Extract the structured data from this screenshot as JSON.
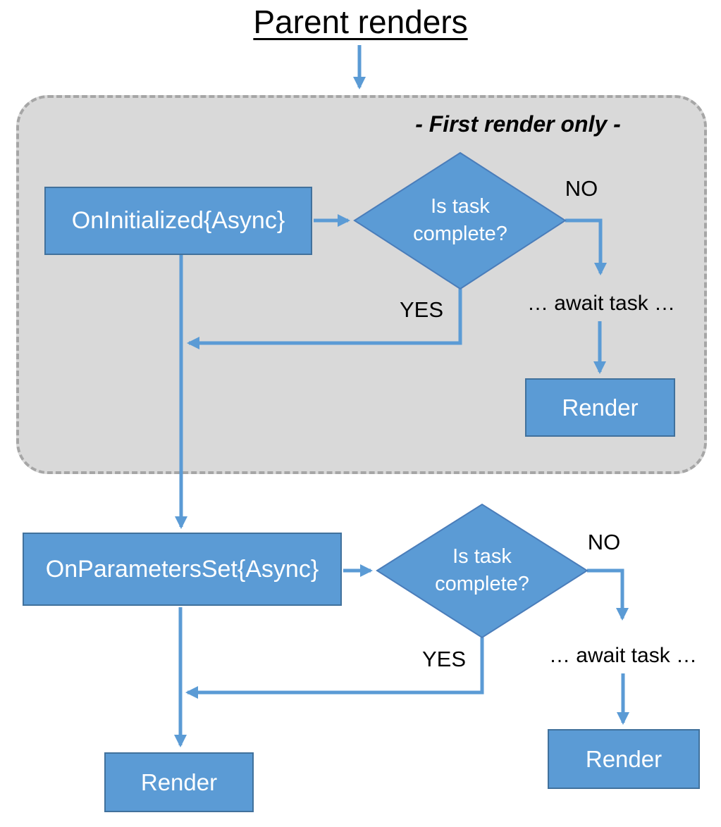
{
  "title": "Parent renders",
  "group_label": "- First render only -",
  "colors": {
    "node_fill": "#5b9bd5",
    "node_border": "#41719c",
    "diamond_border": "#4a7dba",
    "connector": "#5b9bd5",
    "group_fill": "#d9d9d9",
    "group_border": "#a6a6a6"
  },
  "nodes": {
    "on_initialized": {
      "label": "OnInitialized{Async}"
    },
    "decision_first": {
      "line1": "Is task",
      "line2": "complete?"
    },
    "render_first_no": {
      "label": "Render"
    },
    "on_parameters_set": {
      "label": "OnParametersSet{Async}"
    },
    "decision_params": {
      "line1": "Is task",
      "line2": "complete?"
    },
    "render_params_no": {
      "label": "Render"
    },
    "render_final": {
      "label": "Render"
    }
  },
  "edge_labels": {
    "first_no": "NO",
    "first_yes": "YES",
    "first_await": "… await task …",
    "params_no": "NO",
    "params_yes": "YES",
    "params_await": "… await task …"
  }
}
